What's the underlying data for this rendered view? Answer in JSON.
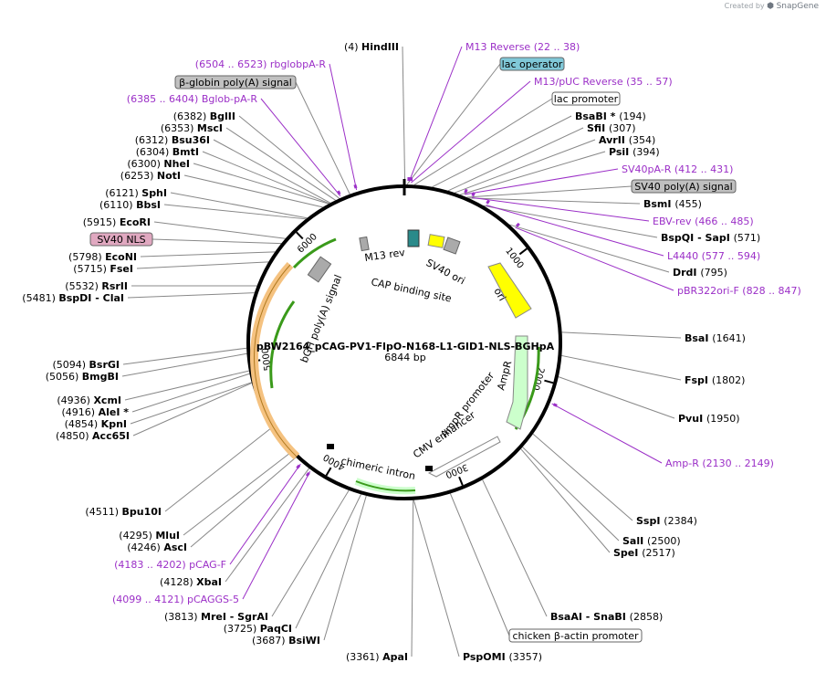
{
  "credit": {
    "created_by": "Created by",
    "brand": "SnapGene"
  },
  "plasmid": {
    "name": "pBW2164_pCAG-PV1-FlpO-N168-L1-GID1-NLS-BGHpA",
    "size": "6844 bp"
  },
  "ticks": [
    "1000",
    "2000",
    "3000",
    "4000",
    "5000",
    "6000"
  ],
  "sites": [
    {
      "pos": "(4)",
      "name": "HindIII"
    },
    {
      "pos": "(6382)",
      "name": "BglII"
    },
    {
      "pos": "(6353)",
      "name": "MscI"
    },
    {
      "pos": "(6312)",
      "name": "Bsu36I"
    },
    {
      "pos": "(6304)",
      "name": "BmtI"
    },
    {
      "pos": "(6300)",
      "name": "NheI"
    },
    {
      "pos": "(6253)",
      "name": "NotI"
    },
    {
      "pos": "(6121)",
      "name": "SphI"
    },
    {
      "pos": "(6110)",
      "name": "BbsI"
    },
    {
      "pos": "(5915)",
      "name": "EcoRI"
    },
    {
      "pos": "(5798)",
      "name": "EcoNI"
    },
    {
      "pos": "(5715)",
      "name": "FseI"
    },
    {
      "pos": "(5532)",
      "name": "RsrII"
    },
    {
      "pos": "(5481)",
      "name": "BspDI - ClaI"
    },
    {
      "pos": "(5094)",
      "name": "BsrGI"
    },
    {
      "pos": "(5056)",
      "name": "BmgBI"
    },
    {
      "pos": "(4936)",
      "name": "XcmI"
    },
    {
      "pos": "(4916)",
      "name": "AleI *"
    },
    {
      "pos": "(4854)",
      "name": "KpnI"
    },
    {
      "pos": "(4850)",
      "name": "Acc65I"
    },
    {
      "pos": "(4511)",
      "name": "Bpu10I"
    },
    {
      "pos": "(4295)",
      "name": "MluI"
    },
    {
      "pos": "(4246)",
      "name": "AscI"
    },
    {
      "pos": "(4128)",
      "name": "XbaI"
    },
    {
      "pos": "(3813)",
      "name": "MreI - SgrAI"
    },
    {
      "pos": "(3725)",
      "name": "PaqCI"
    },
    {
      "pos": "(3687)",
      "name": "BsiWI"
    },
    {
      "pos": "(3361)",
      "name": "ApaI"
    },
    {
      "pos": "(3357)",
      "name": "PspOMI"
    },
    {
      "pos": "(2858)",
      "name": "BsaAI - SnaBI"
    },
    {
      "pos": "(2517)",
      "name": "SpeI"
    },
    {
      "pos": "(2500)",
      "name": "SalI"
    },
    {
      "pos": "(2384)",
      "name": "SspI"
    },
    {
      "pos": "(1950)",
      "name": "PvuI"
    },
    {
      "pos": "(1802)",
      "name": "FspI"
    },
    {
      "pos": "(1641)",
      "name": "BsaI"
    },
    {
      "pos": "(795)",
      "name": "DrdI"
    },
    {
      "pos": "(571)",
      "name": "BspQI - SapI"
    },
    {
      "pos": "(455)",
      "name": "BsmI"
    },
    {
      "pos": "(394)",
      "name": "PsiI"
    },
    {
      "pos": "(354)",
      "name": "AvrII"
    },
    {
      "pos": "(307)",
      "name": "SfiI"
    },
    {
      "pos": "(194)",
      "name": "BsaBI *"
    }
  ],
  "primers": [
    {
      "range": "(6504 .. 6523)",
      "name": "rbglobpA-R"
    },
    {
      "range": "(6385 .. 6404)",
      "name": "Bglob-pA-R"
    },
    {
      "range": "(4183 .. 4202)",
      "name": "pCAG-F"
    },
    {
      "range": "(4099 .. 4121)",
      "name": "pCAGGS-5"
    },
    {
      "range": "(22 .. 38)",
      "name": "M13 Reverse"
    },
    {
      "range": "(35 .. 57)",
      "name": "M13/pUC Reverse"
    },
    {
      "range": "(412 .. 431)",
      "name": "SV40pA-R"
    },
    {
      "range": "(466 .. 485)",
      "name": "EBV-rev"
    },
    {
      "range": "(577 .. 594)",
      "name": "L4440"
    },
    {
      "range": "(828 .. 847)",
      "name": "pBR322ori-F"
    },
    {
      "range": "(2130 .. 2149)",
      "name": "Amp-R"
    }
  ],
  "boxed_features": [
    {
      "name": "β-globin poly(A) signal",
      "color": "#c0c0c0"
    },
    {
      "name": "lac operator",
      "color": "#80c8d8"
    },
    {
      "name": "lac promoter",
      "color": "#ffffff"
    },
    {
      "name": "SV40 poly(A) signal",
      "color": "#c0c0c0"
    },
    {
      "name": "SV40 NLS",
      "color": "#e0a8c0"
    },
    {
      "name": "chicken β-actin promoter",
      "color": "#ffffff"
    }
  ],
  "inner_features": [
    {
      "name": "M13 rev"
    },
    {
      "name": "CAP binding site"
    },
    {
      "name": "SV40 ori"
    },
    {
      "name": "ori",
      "color": "#ffff00"
    },
    {
      "name": "AmpR",
      "color": "#ccffcc"
    },
    {
      "name": "AmpR promoter"
    },
    {
      "name": "CMV enhancer"
    },
    {
      "name": "chimeric intron"
    },
    {
      "name": "bGH poly(A) signal"
    }
  ],
  "colors": {
    "primer": "#9b2fc7",
    "ring": "#000000",
    "leader": "#888888",
    "orf_orange": "#f5c280",
    "orf_green": "#3a9a1a"
  }
}
